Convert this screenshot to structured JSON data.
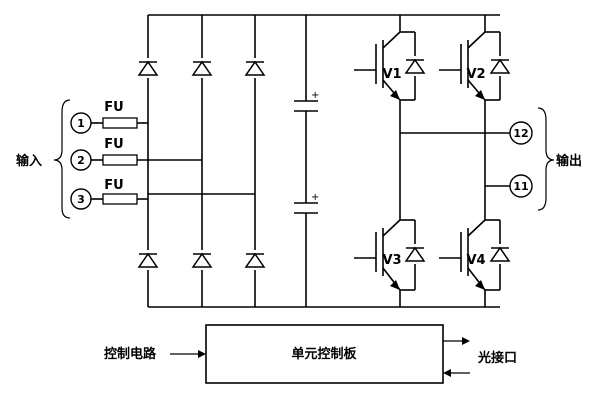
{
  "labels": {
    "input": "输入",
    "output": "输出",
    "fuse": "FU",
    "control_circuit": "控制电路",
    "control_board": "单元控制板",
    "optical_port": "光接口"
  },
  "terminals": {
    "in1": "1",
    "in2": "2",
    "in3": "3",
    "out12": "12",
    "out11": "11"
  },
  "transistors": {
    "v1": "V1",
    "v2": "V2",
    "v3": "V3",
    "v4": "V4"
  },
  "polarity": {
    "top": "+",
    "bottom": "+"
  }
}
